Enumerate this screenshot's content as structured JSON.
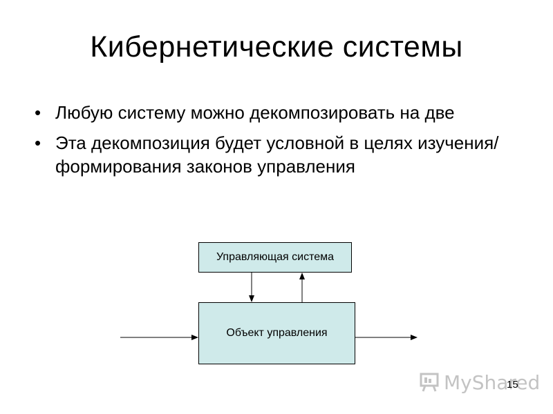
{
  "slide": {
    "title": "Кибернетические системы",
    "bullets": [
      "Любую систему можно декомпозировать на две",
      "Эта декомпозиция будет условной в целях изучения/формирования законов управления"
    ],
    "bullet_symbol": "•"
  },
  "diagram": {
    "control_system_label": "Управляющая система",
    "object_label": "Объект управления",
    "box_fill_color": "#cfeaea"
  },
  "watermark": {
    "text": "MyShared"
  },
  "page_number": "15"
}
